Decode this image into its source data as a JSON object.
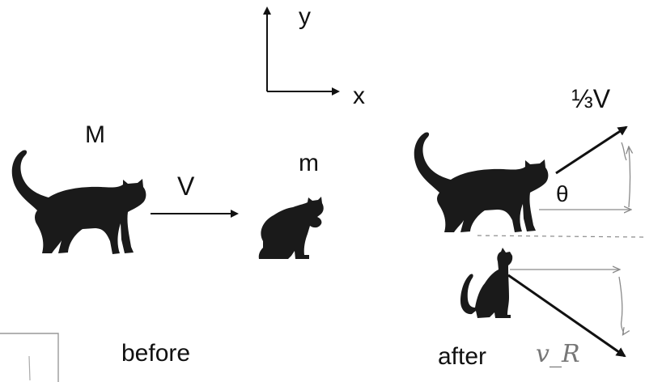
{
  "axes": {
    "y_label": "y",
    "x_label": "x"
  },
  "before": {
    "big_cat_label": "M",
    "velocity_label": "V",
    "small_cat_label": "m",
    "caption": "before"
  },
  "after": {
    "big_cat_velocity_label": "⅓V",
    "angle_label": "θ",
    "small_cat_velocity_label": "v_R",
    "caption": "after"
  },
  "colors": {
    "ink": "#111111",
    "pencil": "#8a8a8a"
  }
}
